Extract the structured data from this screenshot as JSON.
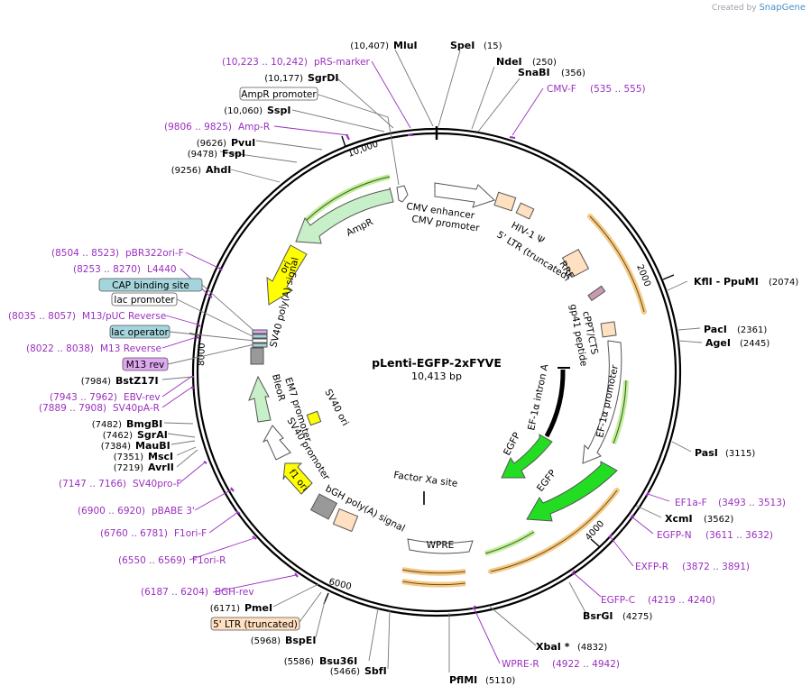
{
  "watermark": {
    "prefix": "Created by",
    "brand": "SnapGene"
  },
  "map": {
    "name": "pLenti-EGFP-2xFYVE",
    "length": "10,413 bp",
    "length_bp": 10413,
    "ticks": [
      "2000",
      "4000",
      "6000",
      "8000",
      "10,000"
    ],
    "colors": {
      "primer": "#9a2fbf",
      "backbone": "#000000",
      "promoter": "#ffffff",
      "resistance": "#c8f0c8",
      "ori": "#ffff00",
      "egfp": "#22dd22",
      "ltr": "#ffe0c0",
      "polyA": "#999999",
      "primer_site": "#e8a028",
      "attachment": "#a4d4dc",
      "m13": "#e0a8f0",
      "cppt": "#c89ab0"
    }
  },
  "sites": [
    {
      "pos": "(10,407)",
      "name": "MluI"
    },
    {
      "pos": "(15)",
      "name": "SpeI"
    },
    {
      "pos": "(250)",
      "name": "NdeI"
    },
    {
      "pos": "(356)",
      "name": "SnaBI"
    },
    {
      "pos": "(2074)",
      "name": "KflI  - PpuMI"
    },
    {
      "pos": "(2361)",
      "name": "PacI"
    },
    {
      "pos": "(2445)",
      "name": "AgeI"
    },
    {
      "pos": "(3115)",
      "name": "PasI"
    },
    {
      "pos": "(3562)",
      "name": "XcmI"
    },
    {
      "pos": "(4275)",
      "name": "BsrGI"
    },
    {
      "pos": "(4832)",
      "name": "XbaI *"
    },
    {
      "pos": "(5110)",
      "name": "PflMI"
    },
    {
      "pos": "(5466)",
      "name": "SbfI"
    },
    {
      "pos": "(5586)",
      "name": "Bsu36I"
    },
    {
      "pos": "(5968)",
      "name": "BspEI"
    },
    {
      "pos": "(6171)",
      "name": "PmeI"
    },
    {
      "pos": "(7219)",
      "name": "AvrII"
    },
    {
      "pos": "(7351)",
      "name": "MscI"
    },
    {
      "pos": "(7384)",
      "name": "MauBI"
    },
    {
      "pos": "(7462)",
      "name": "SgrAI"
    },
    {
      "pos": "(7482)",
      "name": "BmgBI"
    },
    {
      "pos": "(7984)",
      "name": "BstZ17I"
    },
    {
      "pos": "(9256)",
      "name": "AhdI"
    },
    {
      "pos": "(9478)",
      "name": "FspI"
    },
    {
      "pos": "(9626)",
      "name": "PvuI"
    },
    {
      "pos": "(10,060)",
      "name": "SspI"
    },
    {
      "pos": "(10,177)",
      "name": "SgrDI"
    }
  ],
  "primers": [
    {
      "name": "pRS-marker",
      "range": "(10,223 .. 10,242)"
    },
    {
      "name": "CMV-F",
      "range": "(535 .. 555)"
    },
    {
      "name": "Amp-R",
      "range": "(9806 .. 9825)"
    },
    {
      "name": "pBR322ori-F",
      "range": "(8504 .. 8523)"
    },
    {
      "name": "L4440",
      "range": "(8253 .. 8270)"
    },
    {
      "name": "M13/pUC Reverse",
      "range": "(8035 .. 8057)"
    },
    {
      "name": "M13 Reverse",
      "range": "(8022 .. 8038)"
    },
    {
      "name": "EBV-rev",
      "range": "(7943 .. 7962)"
    },
    {
      "name": "SV40pA-R",
      "range": "(7889 .. 7908)"
    },
    {
      "name": "SV40pro-F",
      "range": "(7147 .. 7166)"
    },
    {
      "name": "pBABE 3'",
      "range": "(6900 .. 6920)"
    },
    {
      "name": "F1ori-F",
      "range": "(6760 .. 6781)"
    },
    {
      "name": "F1ori-R",
      "range": "(6550 .. 6569)"
    },
    {
      "name": "BGH-rev",
      "range": "(6187 .. 6204)"
    },
    {
      "name": "EF1a-F",
      "range": "(3493 .. 3513)"
    },
    {
      "name": "EGFP-N",
      "range": "(3611 .. 3632)"
    },
    {
      "name": "EXFP-R",
      "range": "(3872 .. 3891)"
    },
    {
      "name": "EGFP-C",
      "range": "(4219 .. 4240)"
    },
    {
      "name": "WPRE-R",
      "range": "(4922 .. 4942)"
    }
  ],
  "boxed_labels": [
    {
      "name": "AmpR promoter",
      "kind": "promoter"
    },
    {
      "name": "CAP binding site",
      "kind": "attachment"
    },
    {
      "name": "lac promoter",
      "kind": "promoter"
    },
    {
      "name": "lac operator",
      "kind": "attachment"
    },
    {
      "name": "M13 rev",
      "kind": "m13"
    },
    {
      "name": "5' LTR (truncated)",
      "kind": "ltr"
    }
  ],
  "features": {
    "cmv_enhancer": "CMV enhancer",
    "cmv_promoter": "CMV promoter",
    "hiv_psi": "HIV-1 Ψ",
    "ltr5": "5' LTR (truncated)",
    "rre": "RRE",
    "cppt": "cPPT/CTS",
    "gp41": "gp41 peptide",
    "ef1a_promoter": "EF-1α promoter",
    "ef1a_intron": "EF-1α intron A",
    "egfp1": "EGFP",
    "egfp2": "EGFP",
    "factor_xa": "Factor Xa site",
    "wpre": "WPRE",
    "bgh": "bGH poly(A) signal",
    "f1ori": "f1 ori",
    "sv40_promoter": "SV40 promoter",
    "em7": "EM7 promoter",
    "bleor": "BleoR",
    "sv40_ori": "SV40 ori",
    "sv40_polya": "SV40 poly(A) signal",
    "ori": "ori",
    "ampr": "AmpR"
  }
}
